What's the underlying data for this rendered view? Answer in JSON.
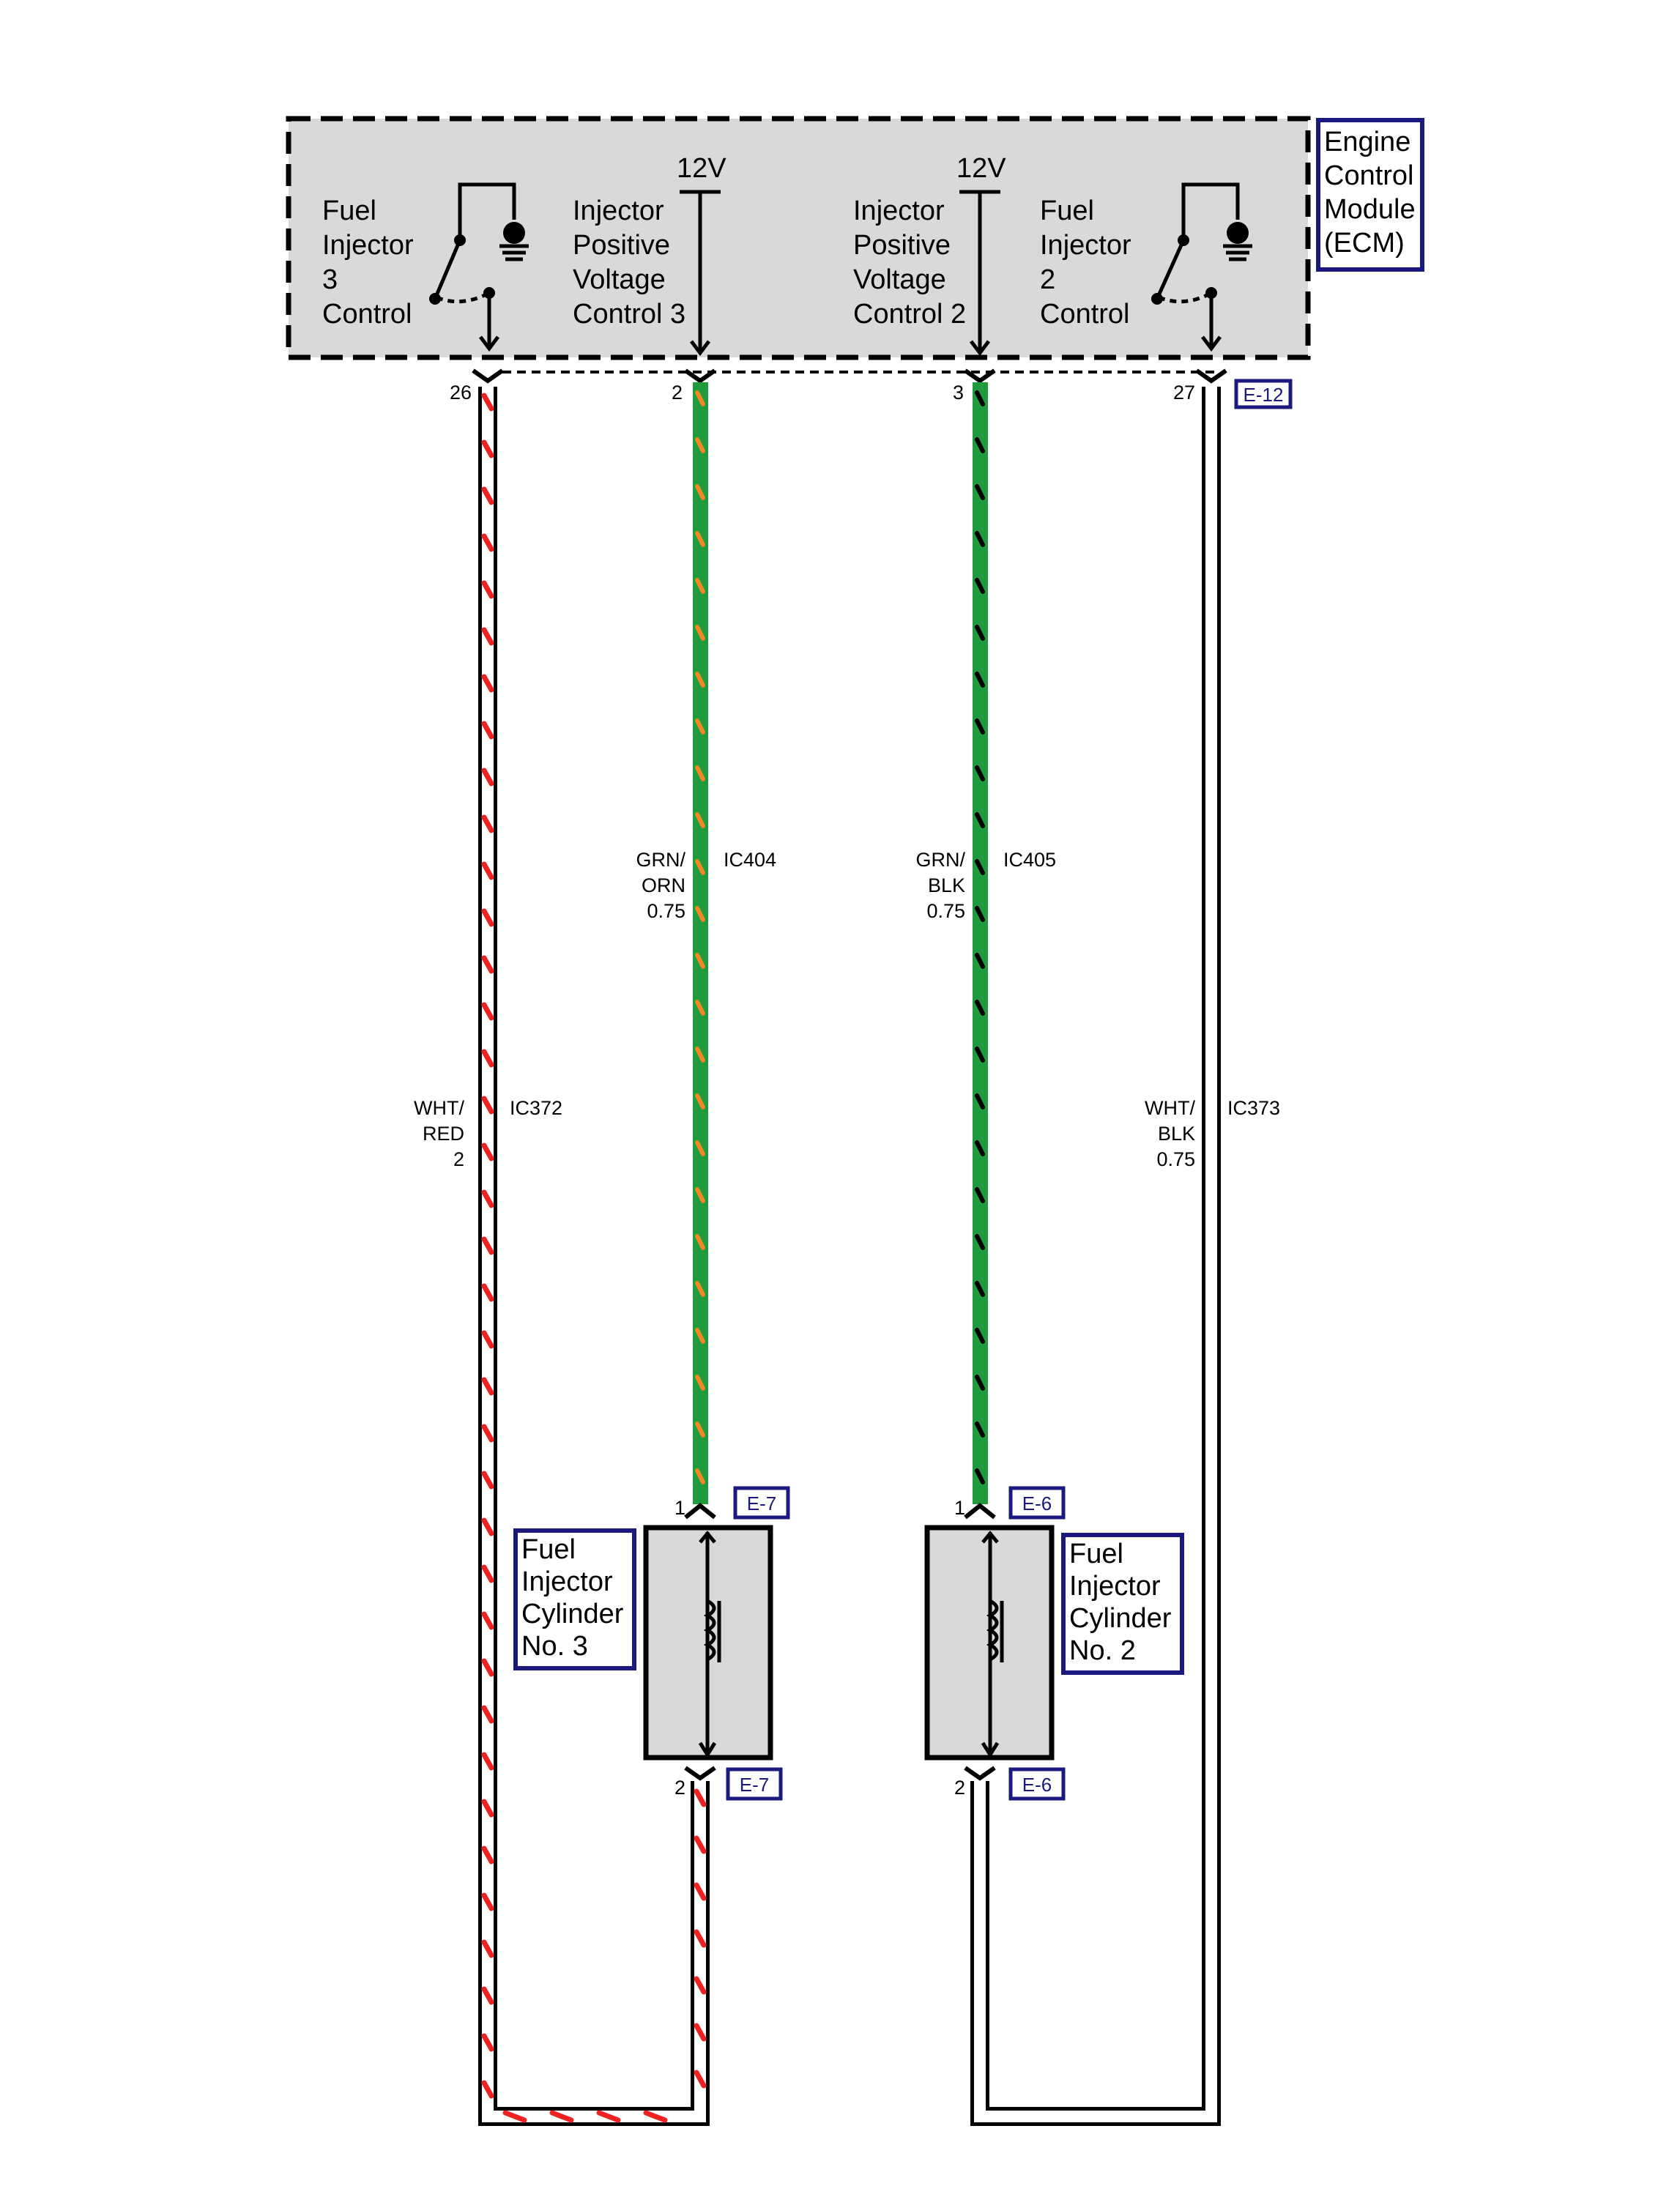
{
  "ecm": {
    "name_lines": [
      "Engine",
      "Control",
      "Module",
      "(ECM)"
    ]
  },
  "internal": {
    "inj3_control": [
      "Fuel",
      "Injector",
      "3",
      "Control"
    ],
    "pos_volt_3": [
      "Injector",
      "Positive",
      "Voltage",
      "Control 3"
    ],
    "pos_volt_2": [
      "Injector",
      "Positive",
      "Voltage",
      "Control 2"
    ],
    "inj2_control": [
      "Fuel",
      "Injector",
      "2",
      "Control"
    ],
    "supply_left": "12V",
    "supply_right": "12V"
  },
  "connectors": {
    "ecm": "E-12",
    "inj3_top": "E-7",
    "inj3_bottom": "E-7",
    "inj2_top": "E-6",
    "inj2_bottom": "E-6"
  },
  "pins": {
    "ecm_26": "26",
    "ecm_2": "2",
    "ecm_3": "3",
    "ecm_27": "27",
    "inj3_1": "1",
    "inj3_2": "2",
    "inj2_1": "1",
    "inj2_2": "2"
  },
  "wires": {
    "ic372": {
      "circuit": "IC372",
      "spec": [
        "WHT/",
        "RED",
        "2"
      ],
      "base_color": "#ffffff",
      "stripe_color": "#ee2222"
    },
    "ic404": {
      "circuit": "IC404",
      "spec": [
        "GRN/",
        "ORN",
        "0.75"
      ],
      "base_color": "#1f9a3c",
      "stripe_color": "#f08a24"
    },
    "ic405": {
      "circuit": "IC405",
      "spec": [
        "GRN/",
        "BLK",
        "0.75"
      ],
      "base_color": "#1f9a3c",
      "stripe_color": "#000000"
    },
    "ic373": {
      "circuit": "IC373",
      "spec": [
        "WHT/",
        "BLK",
        "0.75"
      ],
      "base_color": "#ffffff",
      "stripe_color": "#ffffff"
    }
  },
  "components": {
    "injector3": [
      "Fuel",
      "Injector",
      "Cylinder",
      "No. 3"
    ],
    "injector2": [
      "Fuel",
      "Injector",
      "Cylinder",
      "No. 2"
    ]
  },
  "colors": {
    "module_fill": "#d9d9d9",
    "tag_border": "#1a1a7e"
  }
}
